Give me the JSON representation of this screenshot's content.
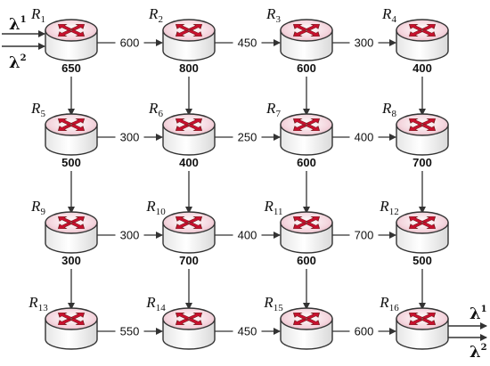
{
  "diagram": {
    "routers": [
      {
        "id": "R1",
        "name": "R",
        "sub": "1"
      },
      {
        "id": "R2",
        "name": "R",
        "sub": "2"
      },
      {
        "id": "R3",
        "name": "R",
        "sub": "3"
      },
      {
        "id": "R4",
        "name": "R",
        "sub": "4"
      },
      {
        "id": "R5",
        "name": "R",
        "sub": "5"
      },
      {
        "id": "R6",
        "name": "R",
        "sub": "6"
      },
      {
        "id": "R7",
        "name": "R",
        "sub": "7"
      },
      {
        "id": "R8",
        "name": "R",
        "sub": "8"
      },
      {
        "id": "R9",
        "name": "R",
        "sub": "9"
      },
      {
        "id": "R10",
        "name": "R",
        "sub": "10"
      },
      {
        "id": "R11",
        "name": "R",
        "sub": "11"
      },
      {
        "id": "R12",
        "name": "R",
        "sub": "12"
      },
      {
        "id": "R13",
        "name": "R",
        "sub": "13"
      },
      {
        "id": "R14",
        "name": "R",
        "sub": "14"
      },
      {
        "id": "R15",
        "name": "R",
        "sub": "15"
      },
      {
        "id": "R16",
        "name": "R",
        "sub": "16"
      }
    ],
    "edges": [
      {
        "from": "R1",
        "to": "R2",
        "label": "600"
      },
      {
        "from": "R2",
        "to": "R3",
        "label": "450"
      },
      {
        "from": "R3",
        "to": "R4",
        "label": "300"
      },
      {
        "from": "R5",
        "to": "R6",
        "label": "300"
      },
      {
        "from": "R6",
        "to": "R7",
        "label": "250"
      },
      {
        "from": "R7",
        "to": "R8",
        "label": "400"
      },
      {
        "from": "R9",
        "to": "R10",
        "label": "300"
      },
      {
        "from": "R10",
        "to": "R11",
        "label": "400"
      },
      {
        "from": "R11",
        "to": "R12",
        "label": "700"
      },
      {
        "from": "R13",
        "to": "R14",
        "label": "550"
      },
      {
        "from": "R14",
        "to": "R15",
        "label": "450"
      },
      {
        "from": "R15",
        "to": "R16",
        "label": "600"
      },
      {
        "from": "R1",
        "to": "R5",
        "label": "650"
      },
      {
        "from": "R2",
        "to": "R6",
        "label": "800"
      },
      {
        "from": "R3",
        "to": "R7",
        "label": "600"
      },
      {
        "from": "R4",
        "to": "R8",
        "label": "400"
      },
      {
        "from": "R5",
        "to": "R9",
        "label": "500"
      },
      {
        "from": "R6",
        "to": "R10",
        "label": "400"
      },
      {
        "from": "R7",
        "to": "R11",
        "label": "600"
      },
      {
        "from": "R8",
        "to": "R12",
        "label": "700"
      },
      {
        "from": "R9",
        "to": "R13",
        "label": "300"
      },
      {
        "from": "R10",
        "to": "R14",
        "label": "700"
      },
      {
        "from": "R11",
        "to": "R15",
        "label": "600"
      },
      {
        "from": "R12",
        "to": "R16",
        "label": "500"
      }
    ],
    "inputs": [
      {
        "symbol": "λ",
        "sup": "1"
      },
      {
        "symbol": "λ",
        "sup": "2"
      }
    ],
    "outputs": [
      {
        "symbol": "λ",
        "sup": "1"
      },
      {
        "symbol": "λ",
        "sup": "2"
      }
    ],
    "colors": {
      "router_top": "#f2d4dc",
      "router_body": "#ffffff",
      "router_stroke": "#333333",
      "arrow_fill": "#c8102e",
      "arrow_dark": "#6b1a1a",
      "edge_stroke": "#333333"
    }
  }
}
